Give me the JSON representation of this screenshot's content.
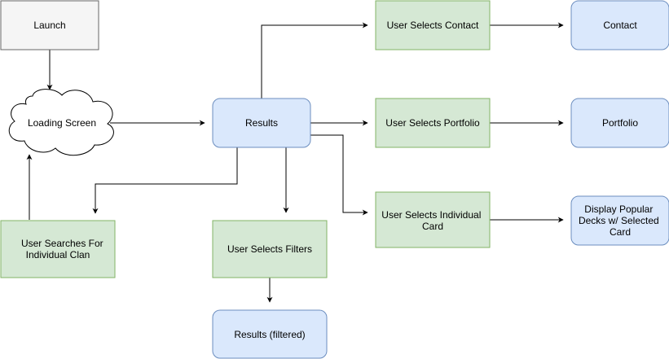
{
  "colors": {
    "gray_fill": "#f5f5f5",
    "gray_stroke": "#666666",
    "blue_fill": "#dae8fc",
    "blue_stroke": "#6c8ebf",
    "green_fill": "#d5e8d4",
    "green_stroke": "#82b366",
    "cloud_fill": "#ffffff",
    "cloud_stroke": "#000000",
    "edge": "#000000"
  },
  "nodes": {
    "launch": "Launch",
    "loading_screen": "Loading Screen",
    "results": "Results",
    "user_selects_contact": "User Selects Contact",
    "contact": "Contact",
    "user_selects_portfolio": "User Selects Portfolio",
    "portfolio": "Portfolio",
    "user_selects_individual_card": [
      "User Selects Individual",
      "Card"
    ],
    "display_popular_decks": [
      "Display Popular",
      "Decks w/ Selected",
      "Card"
    ],
    "user_searches_for_clan": [
      "User Searches For",
      "Individual Clan"
    ],
    "user_selects_filters": "User Selects Filters",
    "results_filtered": "Results (filtered)"
  }
}
